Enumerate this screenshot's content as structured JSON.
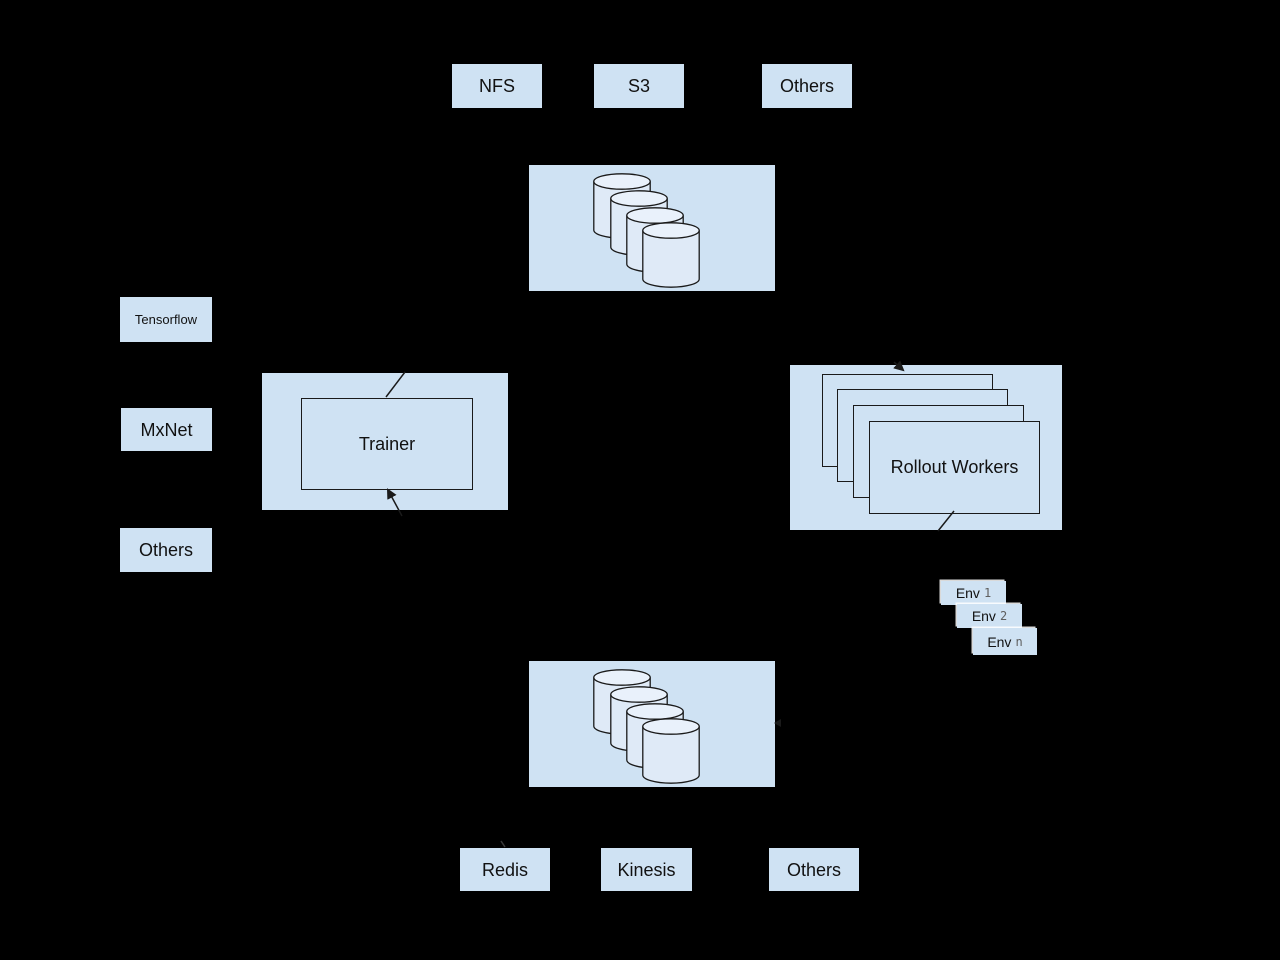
{
  "colors": {
    "background": "#000000",
    "box_fill": "#cfe2f3",
    "cylinder_fill": "#dfeaf7",
    "outline": "#1a1a1a",
    "env_index_color": "#5f5f5f"
  },
  "storage_backends_top": {
    "items": [
      "NFS",
      "S3",
      "Others"
    ]
  },
  "frameworks": {
    "items": [
      "Tensorflow",
      "MxNet",
      "Others"
    ]
  },
  "trainer": {
    "label": "Trainer"
  },
  "rollout_workers": {
    "label": "Rollout Workers",
    "stacked_cards": 4
  },
  "environments": {
    "items": [
      {
        "name": "Env",
        "index": "1"
      },
      {
        "name": "Env",
        "index": "2"
      },
      {
        "name": "Env",
        "index": "n"
      }
    ]
  },
  "storage_top": {
    "icon": "database-cylinder-icon",
    "cylinder_count": 4
  },
  "storage_bottom": {
    "icon": "database-cylinder-icon",
    "cylinder_count": 4
  },
  "data_backends_bottom": {
    "items": [
      "Redis",
      "Kinesis",
      "Others"
    ]
  }
}
